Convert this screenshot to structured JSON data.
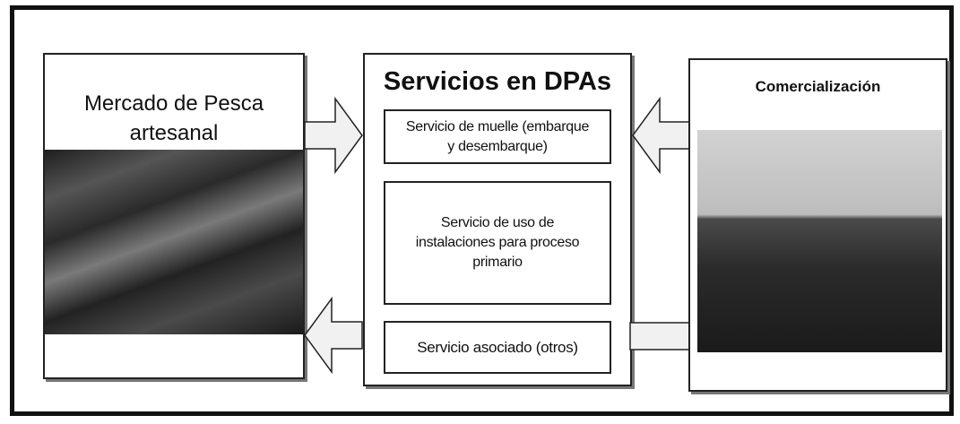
{
  "left_panel": {
    "title": "Mercado de Pesca\nartesanal"
  },
  "center_panel": {
    "title": "Servicios en DPAs",
    "services": [
      "Servicio de muelle (embarque\ny desembarque)",
      "Servicio de uso de\ninstalaciones para proceso\nprimario",
      "Servicio asociado (otros)"
    ]
  },
  "right_panel": {
    "title": "Comercialización"
  }
}
